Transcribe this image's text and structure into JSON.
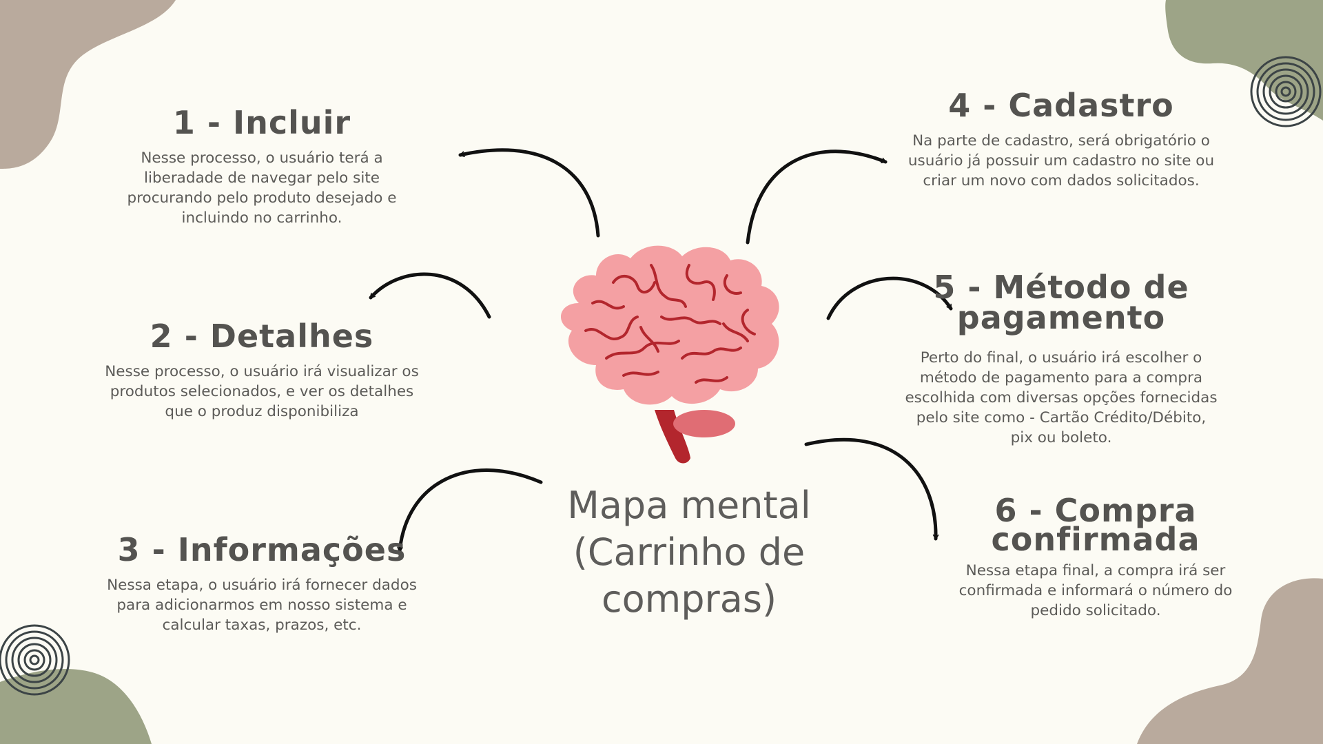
{
  "colors": {
    "background": "#fcfbf4",
    "blob_taupe": "#b9aa9d",
    "blob_sage": "#9da487",
    "spiral": "#3c4446",
    "arrow": "#111111",
    "brain_pink": "#f4a0a3",
    "brain_lines": "#b3262d",
    "text": "#5a5957"
  },
  "center": {
    "icon": "brain-icon",
    "line1": "Mapa mental",
    "line2": "(Carrinho de compras)"
  },
  "nodes": {
    "n1": {
      "title": "1 - Incluir",
      "lines": [
        "Nesse processo, o usuário terá a",
        "liberadade de  navegar pelo site",
        "procurando pelo produto desejado e",
        "incluindo no carrinho."
      ]
    },
    "n2": {
      "title": "2 - Detalhes",
      "lines": [
        "Nesse processo, o usuário irá visualizar os",
        "produtos selecionados, e ver os detalhes",
        "que o produz disponibiliza"
      ]
    },
    "n3": {
      "title": "3 - Informações",
      "lines": [
        "Nessa etapa, o usuário irá fornecer dados",
        "para adicionarmos em nosso sistema e",
        "calcular taxas, prazos, etc."
      ]
    },
    "n4": {
      "title": "4 - Cadastro",
      "lines": [
        "Na parte de cadastro, será obrigatório o",
        "usuário já possuir um cadastro no site ou",
        "criar um novo com dados solicitados."
      ]
    },
    "n5": {
      "title_line1": "5 - Método de",
      "title_line2": "pagamento",
      "lines": [
        "Perto do final, o usuário irá escolher o",
        "método de pagamento para a compra",
        "escolhida com diversas opções fornecidas",
        "pelo site como - Cartão Crédito/Débito,",
        "pix ou boleto."
      ]
    },
    "n6": {
      "title_line1": "6 - Compra",
      "title_line2": "confirmada",
      "lines": [
        "Nessa etapa final, a compra irá ser",
        "confirmada e informará o número do",
        "pedido solicitado."
      ]
    }
  }
}
